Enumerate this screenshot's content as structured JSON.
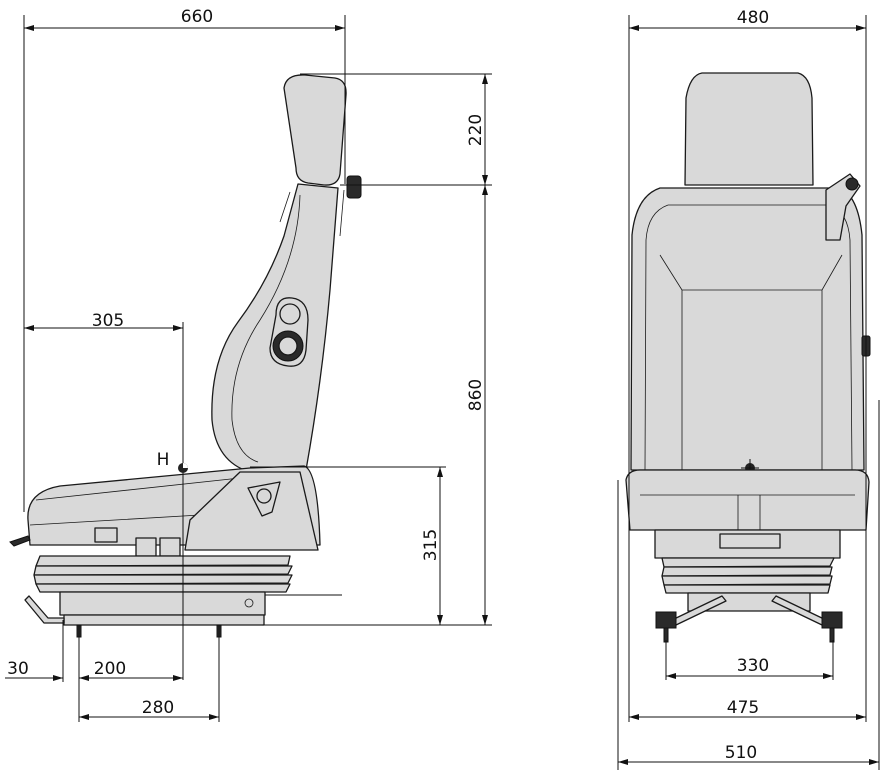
{
  "side_view": {
    "overall_length": "660",
    "headrest_height": "220",
    "total_height": "860",
    "h_point_distance": "305",
    "h_point_label": "H",
    "seat_height": "315",
    "front_offset": "30",
    "h_point_to_rail": "200",
    "rail_spacing": "280"
  },
  "front_view": {
    "backrest_width": "480",
    "mount_spacing": "330",
    "seat_width": "475",
    "overall_width": "510"
  },
  "colors": {
    "fill": "#d9d9d9",
    "line": "#1a1a1a"
  }
}
